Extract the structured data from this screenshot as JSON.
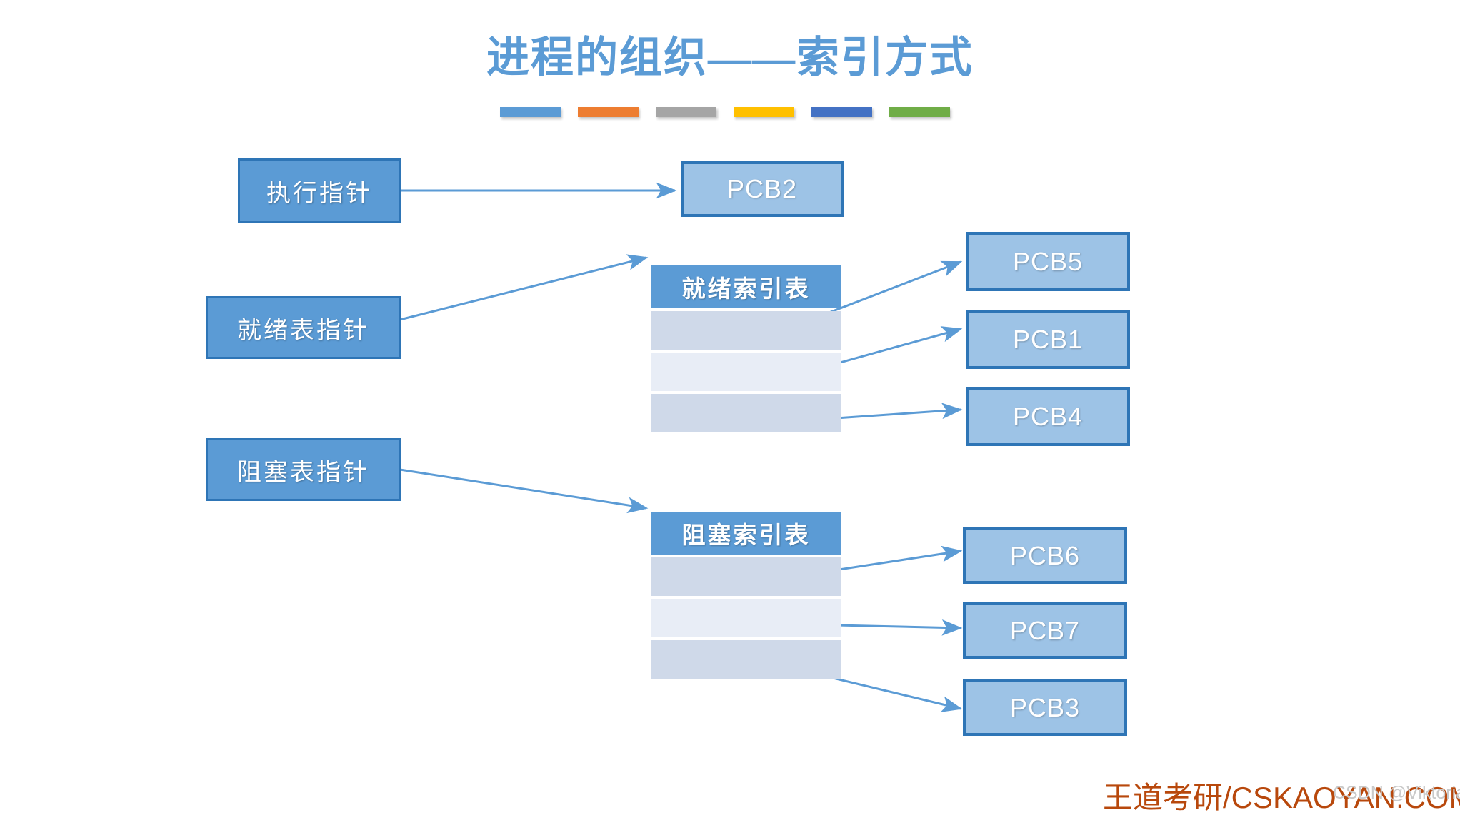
{
  "slide": {
    "title": "进程的组织——索引方式",
    "title_color": "#5B9BD5",
    "background": "#ffffff",
    "accent_bars": [
      {
        "name": "bar-blue",
        "color": "#5B9BD5"
      },
      {
        "name": "bar-orange",
        "color": "#ED7D31"
      },
      {
        "name": "bar-gray",
        "color": "#A5A5A5"
      },
      {
        "name": "bar-yellow",
        "color": "#FFC000"
      },
      {
        "name": "bar-dark-blue",
        "color": "#4472C4"
      },
      {
        "name": "bar-green",
        "color": "#70AD47"
      }
    ]
  },
  "pointers": [
    {
      "id": "exec-pointer",
      "label": "执行指针"
    },
    {
      "id": "ready-pointer",
      "label": "就绪表指针"
    },
    {
      "id": "blocked-pointer",
      "label": "阻塞表指针"
    }
  ],
  "tables": [
    {
      "id": "ready-index-table",
      "header": "就绪索引表",
      "rows": [
        "",
        "",
        ""
      ]
    },
    {
      "id": "blocked-index-table",
      "header": "阻塞索引表",
      "rows": [
        "",
        "",
        ""
      ]
    }
  ],
  "pcbs": {
    "running": [
      {
        "id": "pcb2",
        "label": "PCB2"
      }
    ],
    "ready": [
      {
        "id": "pcb5",
        "label": "PCB5"
      },
      {
        "id": "pcb1",
        "label": "PCB1"
      },
      {
        "id": "pcb4",
        "label": "PCB4"
      }
    ],
    "blocked": [
      {
        "id": "pcb6",
        "label": "PCB6"
      },
      {
        "id": "pcb7",
        "label": "PCB7"
      },
      {
        "id": "pcb3",
        "label": "PCB3"
      }
    ]
  },
  "arrows": {
    "color": "#5B9BD5",
    "connections": [
      {
        "from": "exec-pointer",
        "to": "pcb2"
      },
      {
        "from": "ready-pointer",
        "to": "ready-index-table"
      },
      {
        "from": "blocked-pointer",
        "to": "blocked-index-table"
      },
      {
        "from": "ready-index-row-1",
        "to": "pcb5"
      },
      {
        "from": "ready-index-row-2",
        "to": "pcb1"
      },
      {
        "from": "ready-index-row-3",
        "to": "pcb4"
      },
      {
        "from": "blocked-index-row-1",
        "to": "pcb6"
      },
      {
        "from": "blocked-index-row-2",
        "to": "pcb7"
      },
      {
        "from": "blocked-index-row-3",
        "to": "pcb3"
      }
    ]
  },
  "footer": {
    "brand": "王道考研/CSKAOYAN.COM",
    "brand_color": "#B8480C",
    "watermark": "CSDN @Viktoriae",
    "watermark_color": "#C9C9C9"
  }
}
